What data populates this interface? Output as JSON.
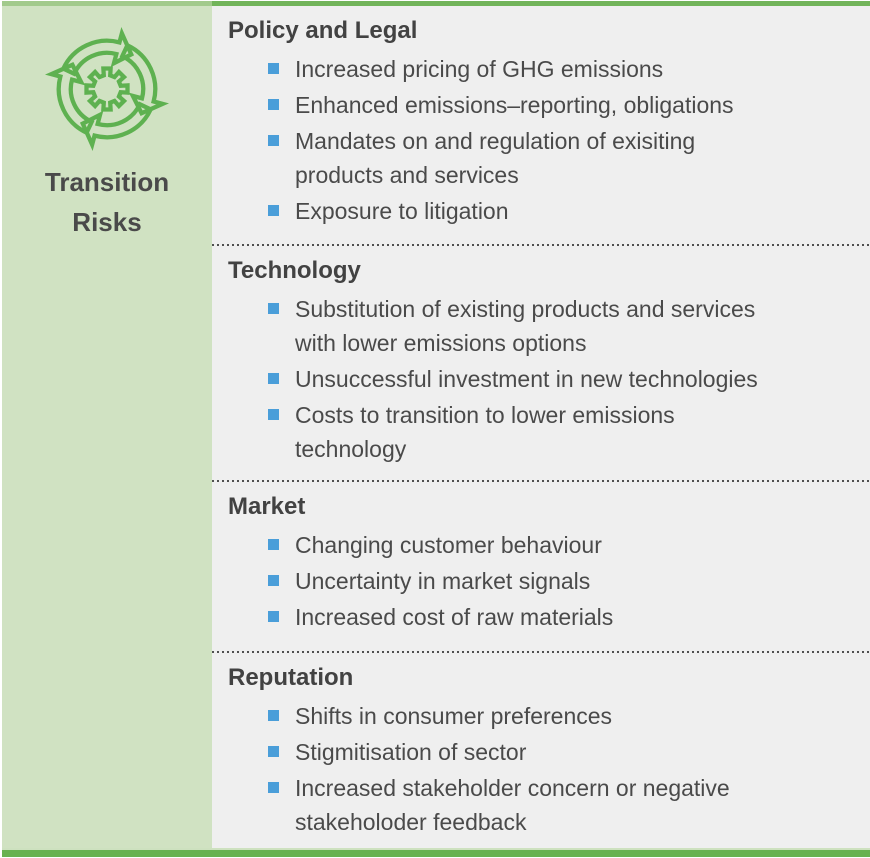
{
  "sidebar": {
    "icon": "cycle-gear-icon",
    "label": "Transition Risks"
  },
  "sections": [
    {
      "heading": "Policy and Legal",
      "items": [
        "Increased pricing of GHG emissions",
        "Enhanced emissions–reporting, obligations",
        "Mandates on and regulation of exisiting\nproducts and services",
        "Exposure to litigation"
      ]
    },
    {
      "heading": "Technology",
      "items": [
        "Substitution of existing products and services\nwith lower emissions options",
        "Unsuccessful investment in new technologies",
        "Costs to transition to lower emissions\ntechnology"
      ]
    },
    {
      "heading": "Market",
      "items": [
        "Changing customer behaviour",
        "Uncertainty in market signals",
        "Increased cost of raw materials"
      ]
    },
    {
      "heading": "Reputation",
      "items": [
        "Shifts in consumer preferences",
        "Stigmitisation of sector",
        "Increased stakeholder concern or negative\nstakeholoder feedback"
      ]
    }
  ],
  "colors": {
    "accent_green": "#68b250",
    "accent_green_light": "#a2ca8c",
    "sidebar_bg": "#d0e2c2",
    "content_bg": "#efefef",
    "bullet_blue": "#4a9ed9",
    "text": "#4a4a4a"
  }
}
